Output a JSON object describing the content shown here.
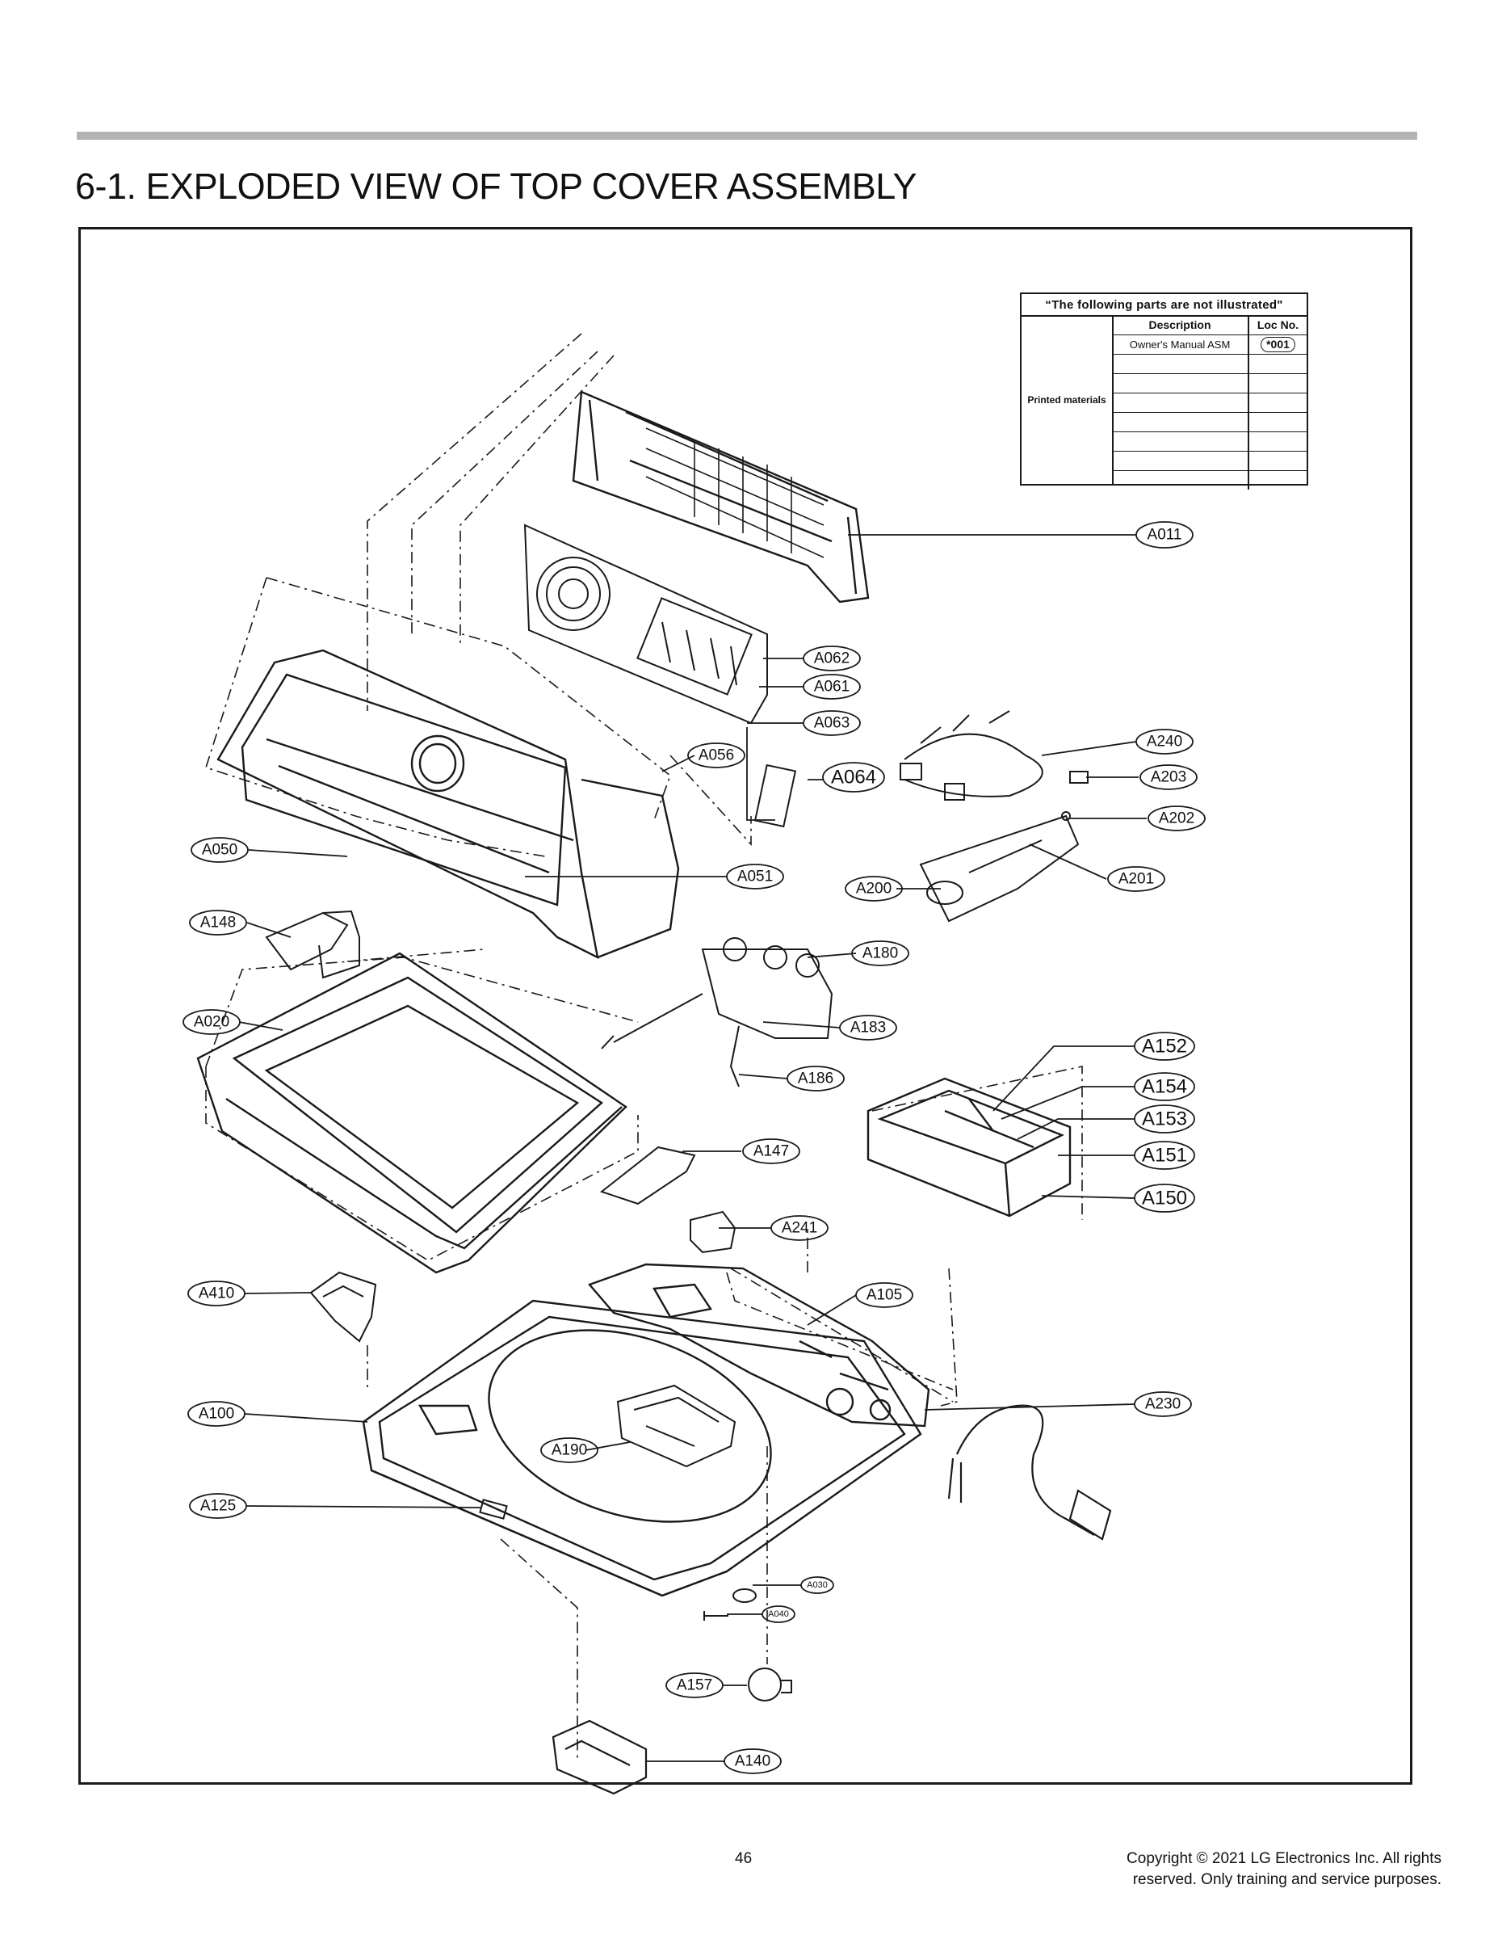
{
  "page": {
    "title": "6-1. EXPLODED VIEW OF TOP COVER ASSEMBLY",
    "page_number": "46",
    "copyright_line1": "Copyright © 2021 LG Electronics Inc. All rights",
    "copyright_line2": "reserved. Only training and service purposes."
  },
  "not_illustrated_table": {
    "heading": "“The following parts are not illustrated\"",
    "col_description": "Description",
    "col_loc": "Loc No.",
    "category": "Printed materials",
    "rows": [
      {
        "description": "Owner's Manual ASM",
        "loc": "*001"
      }
    ]
  },
  "parts": {
    "A011": "A011",
    "A062": "A062",
    "A061": "A061",
    "A063": "A063",
    "A056": "A056",
    "A064": "A064",
    "A240": "A240",
    "A203": "A203",
    "A202": "A202",
    "A050": "A050",
    "A051": "A051",
    "A200": "A200",
    "A201": "A201",
    "A148": "A148",
    "A180": "A180",
    "A020": "A020",
    "A183": "A183",
    "A152": "A152",
    "A186": "A186",
    "A154": "A154",
    "A153": "A153",
    "A147": "A147",
    "A151": "A151",
    "A150": "A150",
    "A241": "A241",
    "A410": "A410",
    "A105": "A105",
    "A100": "A100",
    "A230": "A230",
    "A190": "A190",
    "A125": "A125",
    "A030": "A030",
    "A040": "A040",
    "A157": "A157",
    "A140": "A140"
  },
  "colors": {
    "rule": "#b3b3b3",
    "line": "#1a1a1a"
  }
}
